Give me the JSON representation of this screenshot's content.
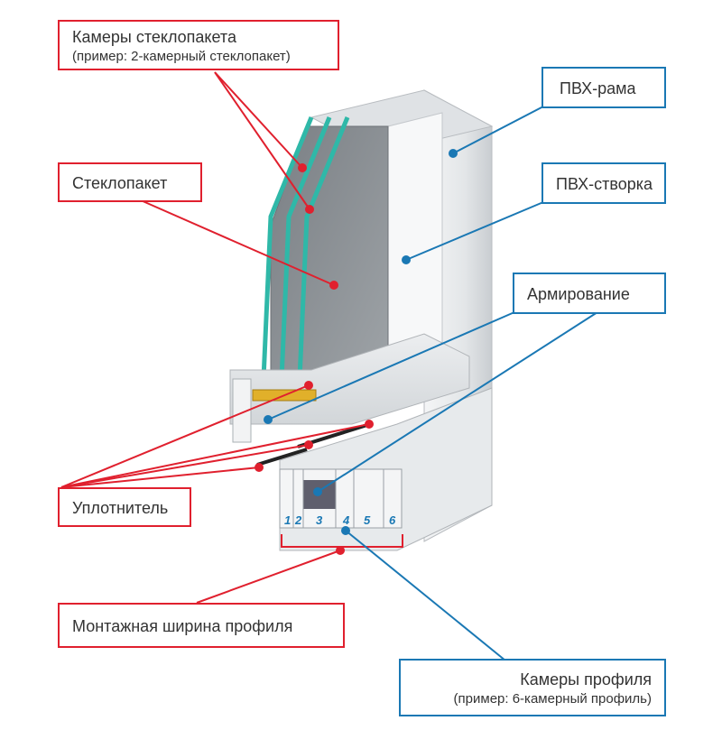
{
  "labels": {
    "glass_chambers": {
      "title": "Камеры стеклопакета",
      "subtitle": "(пример: 2-камерный стеклопакет)"
    },
    "glass_unit": {
      "title": "Стеклопакет"
    },
    "pvc_frame": {
      "title": "ПВХ-рама"
    },
    "pvc_sash": {
      "title": "ПВХ-створка"
    },
    "reinforcement": {
      "title": "Армирование"
    },
    "seal": {
      "title": "Уплотнитель"
    },
    "mount_width": {
      "title": "Монтажная ширина профиля"
    },
    "profile_chambers": {
      "title": "Камеры профиля",
      "subtitle": "(пример: 6-камерный профиль)"
    }
  },
  "chamber_numbers": [
    "1",
    "2",
    "3",
    "4",
    "5",
    "6"
  ],
  "colors": {
    "red": "#e0202e",
    "blue": "#1a78b4",
    "glass": "#2fb8a8"
  }
}
